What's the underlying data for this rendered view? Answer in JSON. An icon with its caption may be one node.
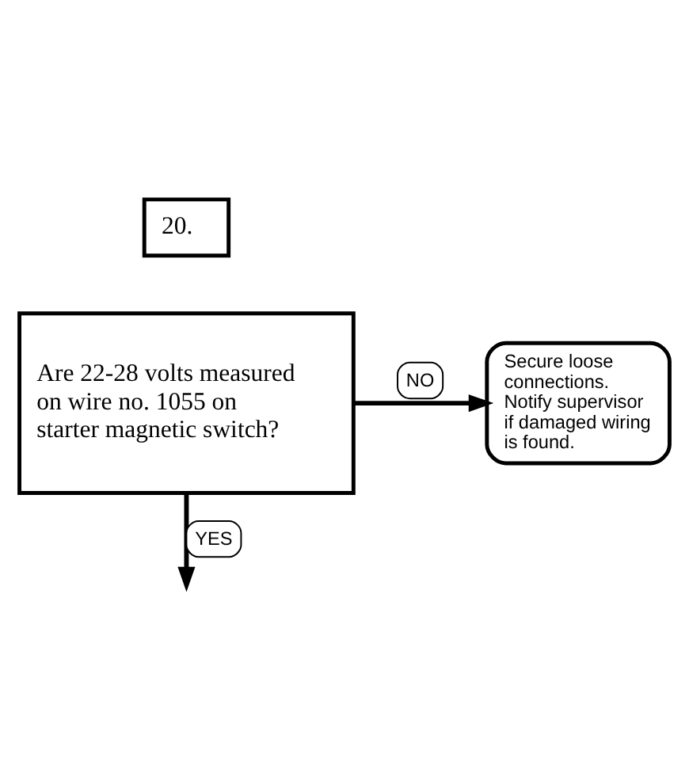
{
  "diagram": {
    "nodes": [
      {
        "text": [
          "20."
        ]
      },
      {
        "text": [
          "Are 22-28 volts measured on wire no. 1055 on starter magnetic switch?"
        ]
      },
      {
        "text": [
          "Secure loose connections. Notify supervisor if damaged wiring is found."
        ]
      }
    ],
    "edges": [
      {
        "from": 1,
        "to": 2,
        "arrow": "to",
        "label": "NO"
      },
      {
        "from": 1,
        "to": null,
        "arrow": "to",
        "label": "YES"
      }
    ]
  }
}
